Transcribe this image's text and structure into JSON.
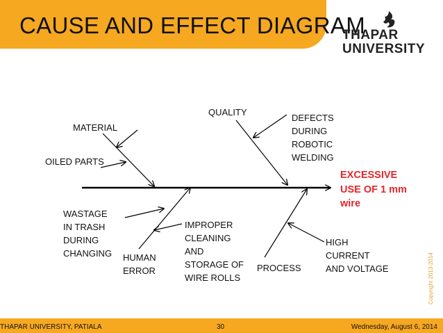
{
  "slide": {
    "title": "CAUSE AND EFFECT DIAGRAM",
    "logo_line1": "THAPAR",
    "logo_line2": "UNIVERSITY",
    "copyright": "Copyright 2013-2014"
  },
  "diagram": {
    "labels": {
      "material": "MATERIAL",
      "oiled_parts": "OILED PARTS",
      "quality": "QUALITY",
      "defects": "DEFECTS\nDURING\nROBOTIC\nWELDING",
      "wastage": "WASTAGE\nIN TRASH\nDURING\nCHANGING",
      "human_error": "HUMAN\nERROR",
      "improper": "IMPROPER\nCLEANING\nAND\nSTORAGE OF\nWIRE ROLLS",
      "process": "PROCESS",
      "high_current": "HIGH\nCURRENT\nAND VOLTAGE"
    },
    "effect": "EXCESSIVE\nUSE OF 1 mm\nwire",
    "line_color": "#000000",
    "effect_color": "#e8242a"
  },
  "footer": {
    "left": "THAPAR UNIVERSITY, PATIALA",
    "page": "30",
    "date": "Wednesday, August 6, 2014",
    "bar_color": "#f6a821"
  }
}
